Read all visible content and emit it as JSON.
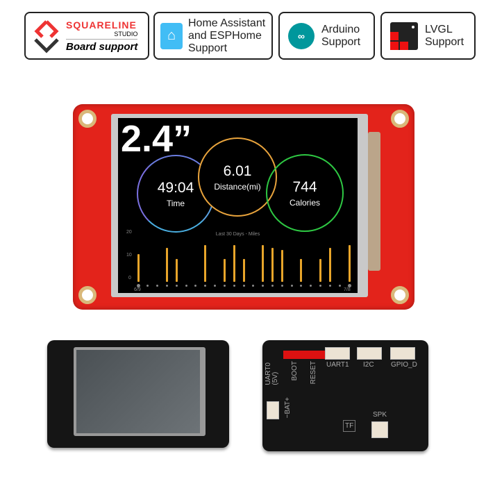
{
  "badges": [
    {
      "brand": "SQUARELINE",
      "sub": "STUDIO",
      "label": "Board support"
    },
    {
      "label_lines": [
        "Home Assistant",
        "and ESPHome",
        "Support"
      ]
    },
    {
      "label_lines": [
        "Arduino",
        "Support"
      ]
    },
    {
      "label_lines": [
        "LVGL",
        "Support"
      ]
    }
  ],
  "screen": {
    "size": "2.4”",
    "stats": [
      {
        "value": "49:04",
        "label": "Time",
        "color": "#5aa0e0"
      },
      {
        "value": "6.01",
        "label": "Distance(mi)",
        "color": "#e8a33c"
      },
      {
        "value": "744",
        "label": "Calories",
        "color": "#2ec843"
      }
    ]
  },
  "chart_data": {
    "type": "bar",
    "title": "Last 30 Days - Miles",
    "yticks": [
      "20",
      "10",
      "0"
    ],
    "ylim": [
      0,
      20
    ],
    "xstart": "6/9",
    "xend": "7/8",
    "bar_color": "#e8a52a",
    "values": [
      12,
      0,
      0,
      15,
      10,
      0,
      0,
      16,
      0,
      10,
      16,
      10,
      0,
      16,
      15,
      14,
      0,
      10,
      0,
      10,
      15,
      0,
      16
    ]
  },
  "board_back": {
    "labels": [
      "UART0\n(5V)",
      "BOOT",
      "RESET",
      "UART1",
      "I2C",
      "GPIO_D",
      "−BAT+",
      "SPK",
      "TF"
    ]
  }
}
